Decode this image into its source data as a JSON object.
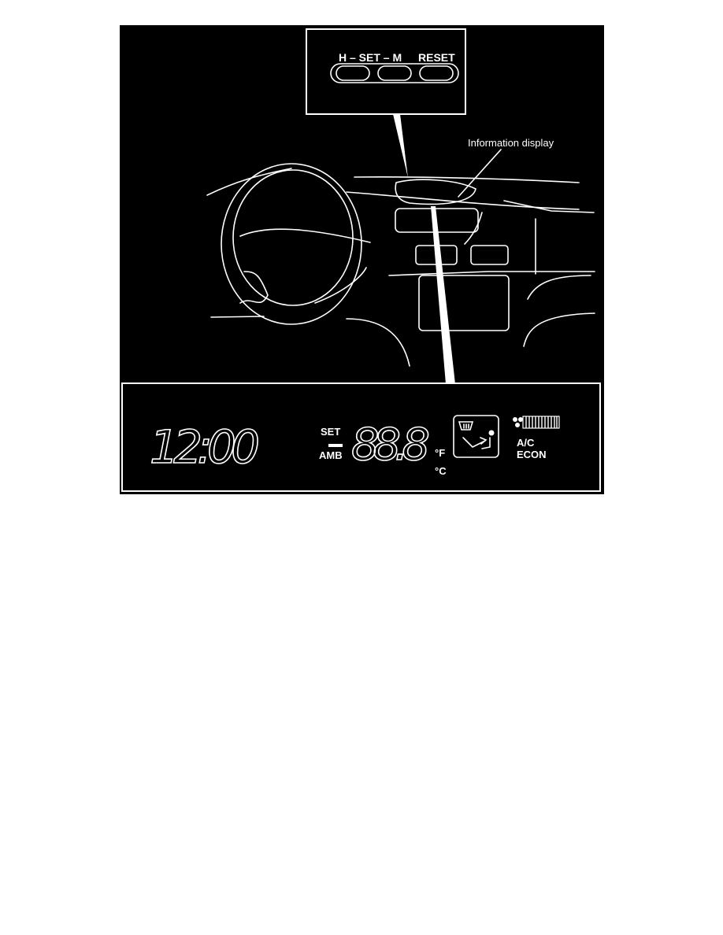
{
  "figure": {
    "control_labels": {
      "h_set_m": "H – SET – M",
      "reset": "RESET"
    },
    "callout_label": "Information display",
    "display": {
      "clock": "12:00",
      "set_label": "SET",
      "amb_label": "AMB",
      "temperature": "88.8",
      "unit_f": "°F",
      "unit_c": "°C",
      "ac_label": "A/C",
      "econ_label": "ECON"
    }
  }
}
